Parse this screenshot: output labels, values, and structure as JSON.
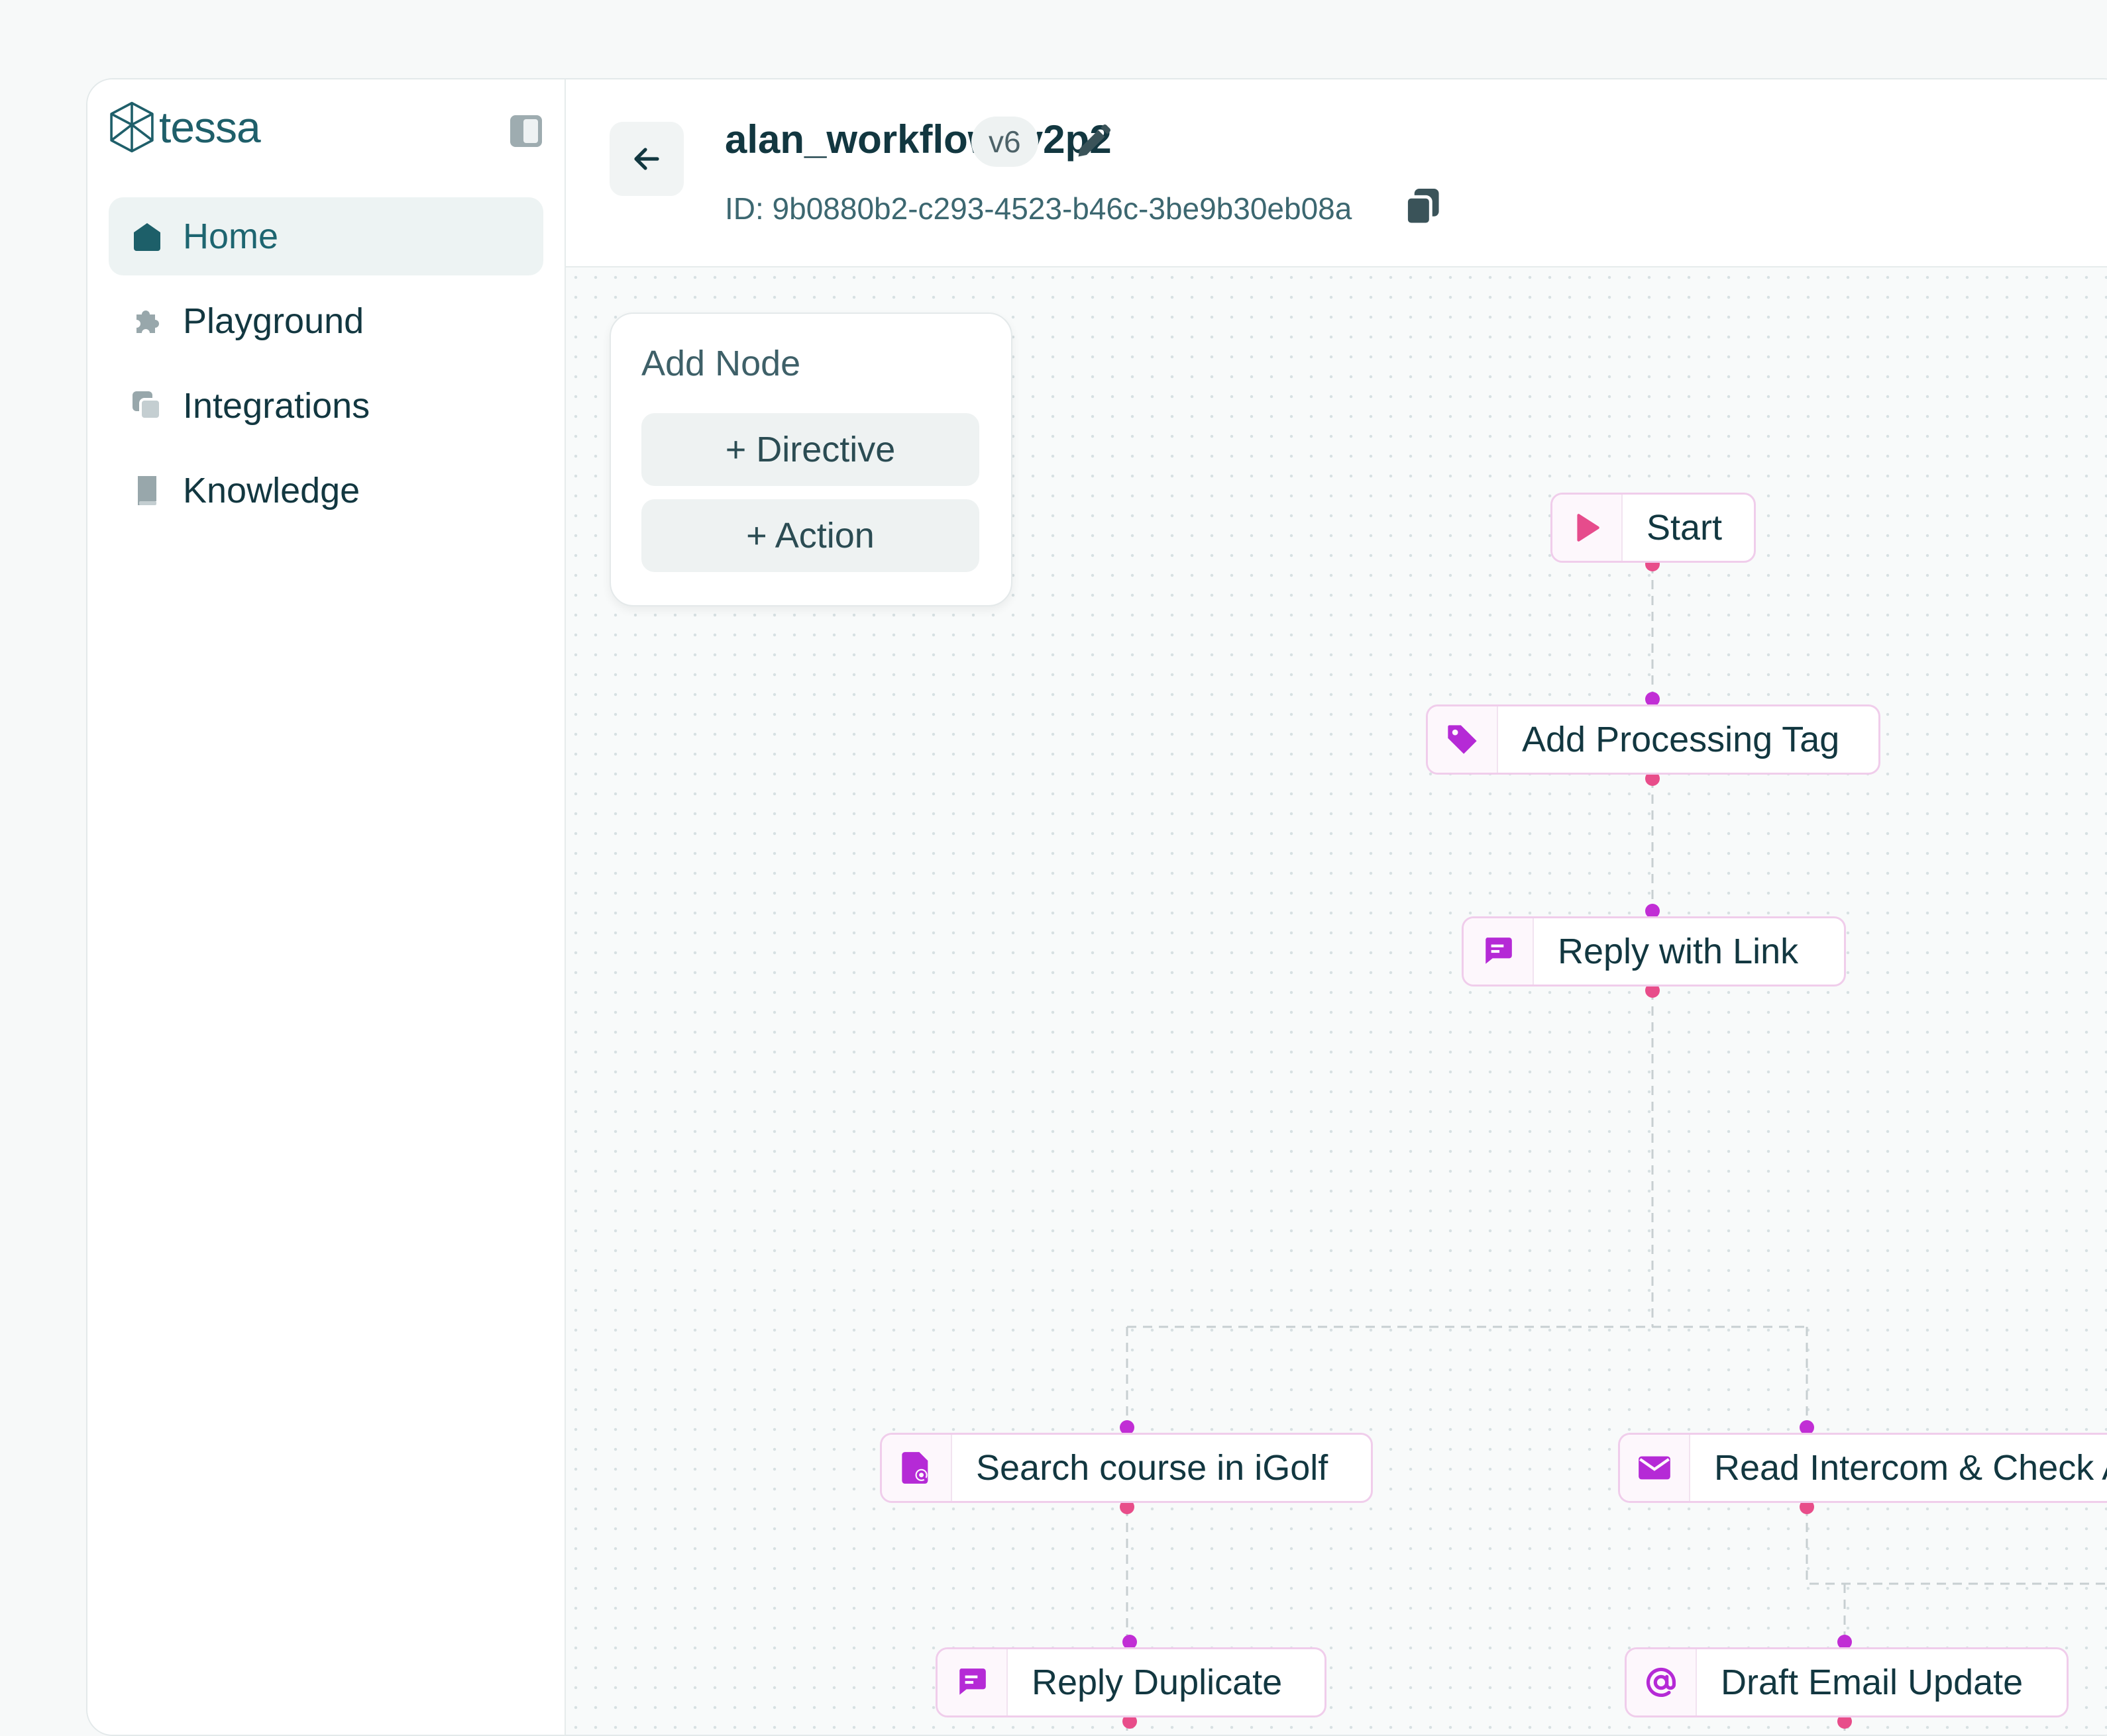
{
  "brand": {
    "name": "tessa"
  },
  "sidebar": {
    "items": [
      {
        "label": "Home",
        "icon": "home-icon",
        "active": true
      },
      {
        "label": "Playground",
        "icon": "puzzle-icon",
        "active": false
      },
      {
        "label": "Integrations",
        "icon": "layers-icon",
        "active": false
      },
      {
        "label": "Knowledge",
        "icon": "book-icon",
        "active": false
      }
    ]
  },
  "header": {
    "title": "alan_workflow_v2p2",
    "version": "v6",
    "id_text": "ID: 9b0880b2-c293-4523-b46c-3be9b30eb08a"
  },
  "add_node_panel": {
    "title": "Add Node",
    "directive_label": "+ Directive",
    "action_label": "+ Action"
  },
  "nodes": {
    "start": {
      "label": "Start",
      "icon": "play-icon"
    },
    "add_processing_tag": {
      "label": "Add Processing Tag",
      "icon": "tag-icon"
    },
    "reply_with_link": {
      "label": "Reply with Link",
      "icon": "message-icon"
    },
    "search_course": {
      "label": "Search course in iGolf",
      "icon": "document-search-icon"
    },
    "read_intercom": {
      "label": "Read Intercom & Check Atta",
      "icon": "mail-icon"
    },
    "reply_duplicate": {
      "label": "Reply Duplicate",
      "icon": "message-icon"
    },
    "draft_email": {
      "label": "Draft Email Update",
      "icon": "at-sign-icon"
    }
  },
  "colors": {
    "brand": "#1f5f6a",
    "node_border": "#f0cdeb",
    "node_icon": "#b52ad6",
    "start_icon": "#e64c8c",
    "handle_in": "#c12ed5",
    "handle_out": "#e84d8a"
  }
}
